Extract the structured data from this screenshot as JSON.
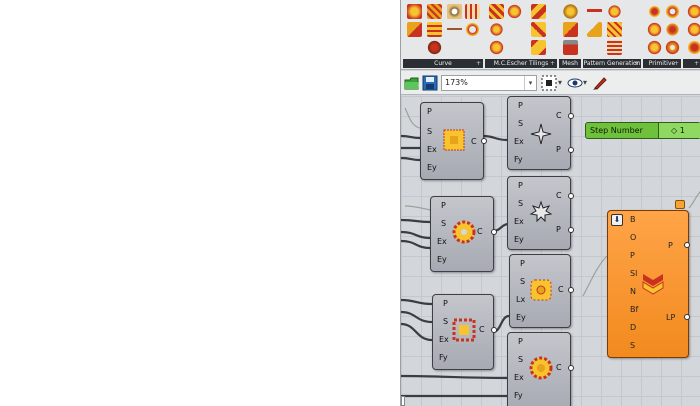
{
  "ribbon": {
    "panels": [
      {
        "label": "Curve"
      },
      {
        "label": "M.C.Escher Tilings"
      },
      {
        "label": "Mesh"
      },
      {
        "label": "Pattern Generation"
      },
      {
        "label": "Primitive"
      },
      {
        "label": ""
      }
    ],
    "plus_glyph": "+"
  },
  "toolbar": {
    "zoom_value": "173%",
    "dropdown_glyph": "▾",
    "icons": [
      "open-file-icon",
      "save-file-icon",
      "zoom-dropdown-icon",
      "pattern-toggle-icon",
      "preview-eye-icon",
      "sketch-pen-icon"
    ]
  },
  "canvas": {
    "nodes": [
      {
        "id": "n1",
        "inputs": [
          "P",
          "S",
          "Ex",
          "Ey"
        ],
        "outputs": [
          "C"
        ]
      },
      {
        "id": "n2",
        "inputs": [
          "P",
          "S",
          "Ex",
          "Fy"
        ],
        "outputs": [
          "C",
          "P"
        ]
      },
      {
        "id": "n3",
        "inputs": [
          "P",
          "S",
          "Ex",
          "Ey"
        ],
        "outputs": [
          "C",
          "P"
        ]
      },
      {
        "id": "n4",
        "inputs": [
          "P",
          "S",
          "Ex",
          "Ey"
        ],
        "outputs": [
          "C"
        ]
      },
      {
        "id": "n5",
        "inputs": [
          "P",
          "S",
          "Lx",
          "Ey"
        ],
        "outputs": [
          "C"
        ]
      },
      {
        "id": "n6",
        "inputs": [
          "P",
          "S",
          "Ex",
          "Fy"
        ],
        "outputs": [
          "C"
        ]
      },
      {
        "id": "n7",
        "inputs": [
          "P",
          "S",
          "Ex",
          "Fy"
        ],
        "outputs": [
          "C"
        ]
      }
    ],
    "slider": {
      "label": "Step Number",
      "value": "◇ 1"
    },
    "big_node": {
      "inputs": [
        "B",
        "O",
        "P",
        "Sl",
        "N",
        "Bf",
        "D",
        "S"
      ],
      "outputs": [
        "P",
        "LP"
      ],
      "arrow_glyph": "⬇"
    }
  },
  "colors": {
    "node_gray": "#b4b7be",
    "node_orange": "#f79a33",
    "slider_green": "#6fc13c",
    "icon_orange": "#e8a21c",
    "icon_red": "#c8321e"
  }
}
